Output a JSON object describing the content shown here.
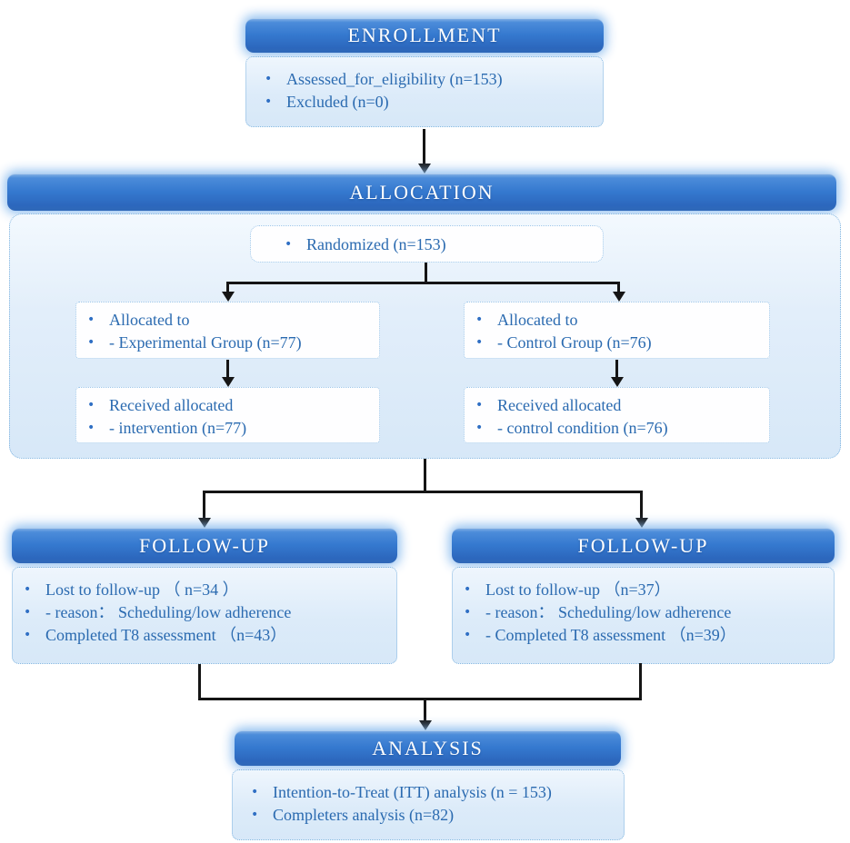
{
  "bullet": "•",
  "colors": {
    "header_gradient_top": "#8ab6e6",
    "header_gradient_mid": "#3579cf",
    "header_gradient_bottom": "#2f68b8",
    "header_text": "#ffffff",
    "panel_fill": "#dcebf9",
    "panel_border": "#7fb4e0",
    "white_box_fill": "#fefeff",
    "white_box_border": "#9cc6ea",
    "body_text": "#2a6ab0",
    "connector": "#151515"
  },
  "sections": {
    "enrollment": {
      "header": "ENROLLMENT",
      "eligibility_items": [
        "Assessed_for_eligibility (n=153)",
        "Excluded (n=0)"
      ]
    },
    "allocation": {
      "header": "ALLOCATION",
      "randomized_items": [
        "Randomized (n=153)"
      ],
      "experimental_allocated_items": [
        "Allocated to",
        "- Experimental Group (n=77)"
      ],
      "control_allocated_items": [
        "Allocated to",
        "- Control Group (n=76)"
      ],
      "experimental_received_items": [
        "Received allocated",
        "- intervention (n=77)"
      ],
      "control_received_items": [
        "Received allocated",
        "- control condition (n=76)"
      ]
    },
    "followup_experimental": {
      "header": "FOLLOW-UP",
      "items": [
        "Lost to follow-up （ n=34 ）",
        "- reason： Scheduling/low adherence",
        "Completed T8 assessment （n=43）"
      ]
    },
    "followup_control": {
      "header": "FOLLOW-UP",
      "items": [
        "Lost to follow-up （n=37）",
        "- reason： Scheduling/low adherence",
        "- Completed T8 assessment （n=39）"
      ]
    },
    "analysis": {
      "header": "ANALYSIS",
      "items": [
        "Intention-to-Treat (ITT) analysis (n = 153)",
        "Completers analysis (n=82)"
      ]
    }
  }
}
